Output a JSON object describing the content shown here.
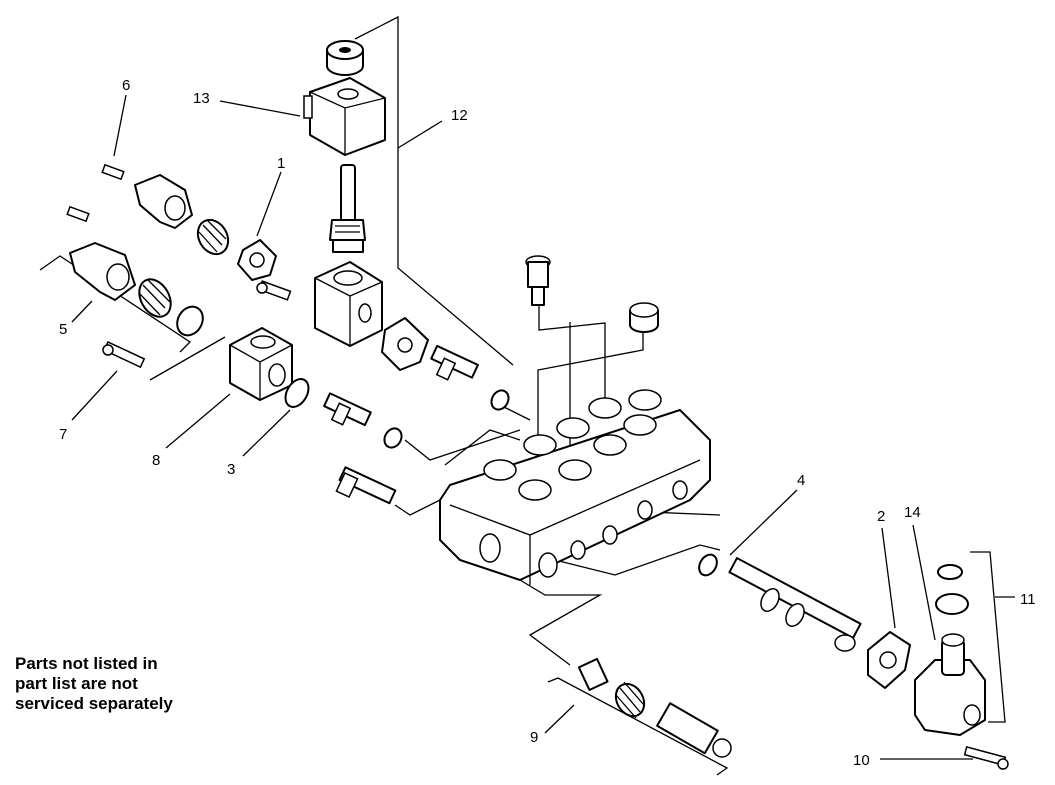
{
  "callouts": {
    "c1": "1",
    "c2": "2",
    "c3": "3",
    "c4": "4",
    "c5": "5",
    "c6": "6",
    "c7": "7",
    "c8": "8",
    "c9": "9",
    "c10": "10",
    "c11": "11",
    "c12": "12",
    "c13": "13",
    "c14": "14"
  },
  "note": {
    "line1": "Parts not listed in",
    "line2": "part list are not",
    "line3": "serviced separately"
  }
}
